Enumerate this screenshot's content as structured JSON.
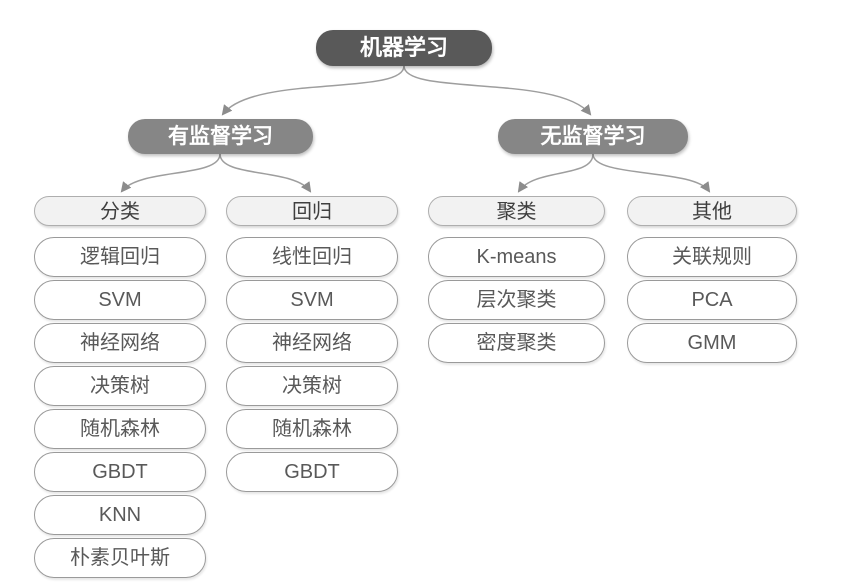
{
  "diagram_title": "机器学习",
  "tree": {
    "root": {
      "label": "机器学习"
    },
    "branches": [
      {
        "label": "有监督学习",
        "groups": [
          {
            "label": "分类",
            "items": [
              "逻辑回归",
              "SVM",
              "神经网络",
              "决策树",
              "随机森林",
              "GBDT",
              "KNN",
              "朴素贝叶斯"
            ]
          },
          {
            "label": "回归",
            "items": [
              "线性回归",
              "SVM",
              "神经网络",
              "决策树",
              "随机森林",
              "GBDT"
            ]
          }
        ]
      },
      {
        "label": "无监督学习",
        "groups": [
          {
            "label": "聚类",
            "items": [
              "K-means",
              "层次聚类",
              "密度聚类"
            ]
          },
          {
            "label": "其他",
            "items": [
              "关联规则",
              "PCA",
              "GMM"
            ]
          }
        ]
      }
    ]
  },
  "colors": {
    "root_fill": "#595959",
    "root_text": "#ffffff",
    "branch_fill": "#868686",
    "branch_text": "#ffffff",
    "header_fill": "#f2f2f2",
    "header_border": "#aeaeae",
    "header_text": "#3f3f3f",
    "item_fill": "#ffffff",
    "item_border": "#9a9a9a",
    "item_text": "#595959",
    "connector": "#9e9e9e",
    "arrowhead": "#8c8c8c"
  }
}
